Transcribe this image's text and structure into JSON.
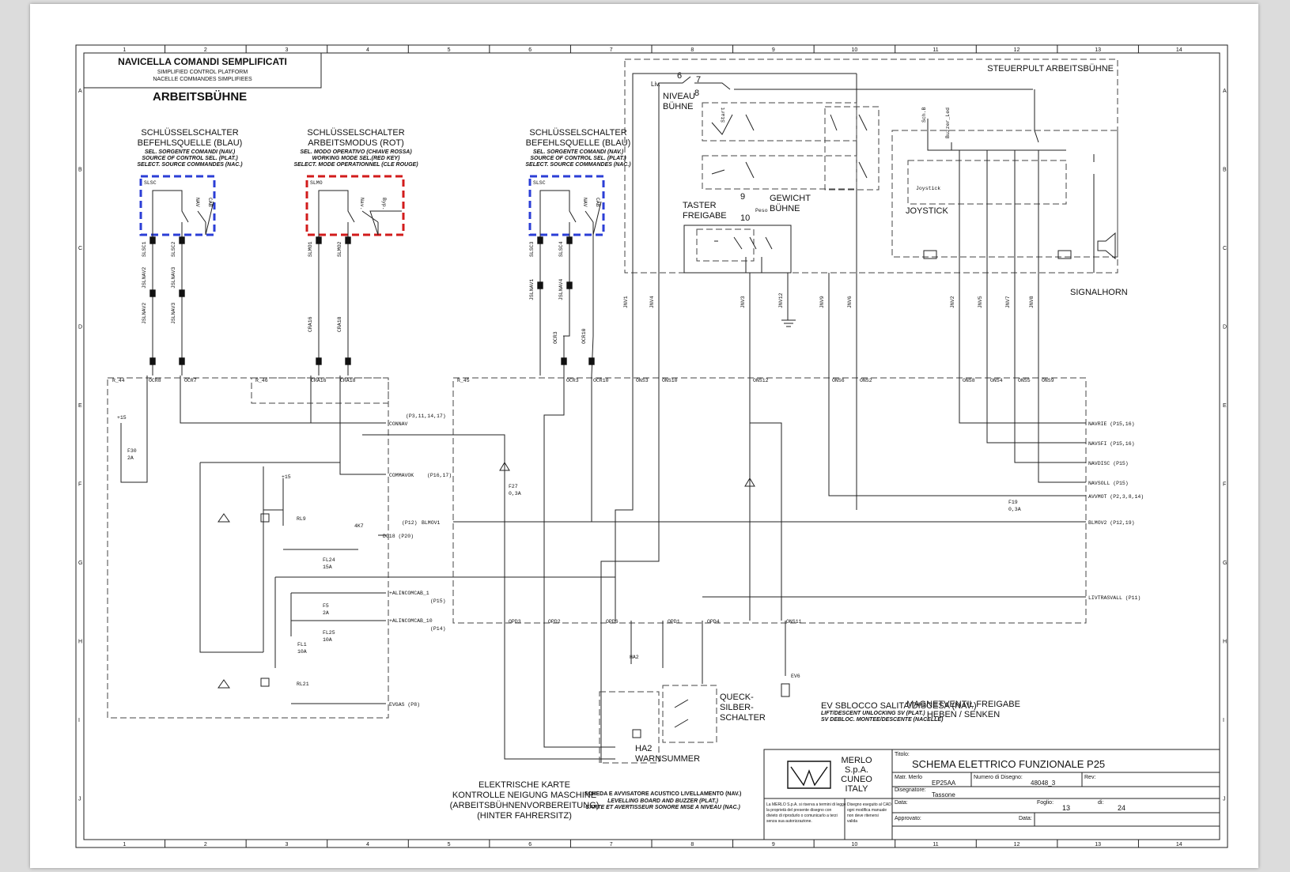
{
  "header": {
    "title": "NAVICELLA COMANDI SEMPLIFICATI",
    "subtitle_en": "SIMPLIFIED CONTROL PLATFORM",
    "subtitle_fr": "NACELLE COMMANDES SIMPLIFIEES",
    "section": "ARBEITSBÜHNE"
  },
  "grid": {
    "columns": [
      "1",
      "2",
      "3",
      "4",
      "5",
      "6",
      "7",
      "8",
      "9",
      "10",
      "11",
      "12",
      "13",
      "14"
    ],
    "rows": [
      "A",
      "B",
      "C",
      "D",
      "E",
      "F",
      "G",
      "H",
      "I",
      "J"
    ]
  },
  "switches": {
    "s1": {
      "l1": "SCHLÜSSELSCHALTER",
      "l2": "BEFEHLSQUELLE (BLAU)",
      "l3": "SEL. SORGENTE COMANDI (NAV.)",
      "l4": "SOURCE OF CONTROL SEL. (PLAT.)",
      "l5": "SELECT. SOURCE COMMANDES (NAC.)",
      "tag": "SLSC",
      "p1": "NAV",
      "p2": "CAB"
    },
    "s2": {
      "l1": "SCHLÜSSELSCHALTER",
      "l2": "ARBEITSMODUS (ROT)",
      "l3": "SEL. MODO OPERATIVO (CHIAVE ROSSA)",
      "l4": "WORKING MODE SEL.(RED KEY)",
      "l5": "SELECT. MODE OPERATIONNEL (CLE ROUGE)",
      "tag": "SLMO",
      "p1": "Nav.",
      "p2": "Byp."
    },
    "s3": {
      "l1": "SCHLÜSSELSCHALTER",
      "l2": "BEFEHLSQUELLE (BLAU)",
      "l3": "SEL. SORGENTE COMANDI (NAV.)",
      "l4": "SOURCE OF CONTROL SEL. (PLAT.)",
      "l5": "SELECT. SOURCE COMMANDES (NAC.)",
      "tag": "SLSC",
      "p1": "NAV",
      "p2": "CAB"
    }
  },
  "platform": {
    "title": "STEUERPULT ARBEITSBÜHNE",
    "niveau1": "NIVEAU",
    "niveau2": "BÜHNE",
    "liv": "Liv.",
    "taster1": "TASTER",
    "taster2": "FREIGABE",
    "gewicht1": "GEWICHT",
    "gewicht2": "BÜHNE",
    "peso": "Peso",
    "joystick": "JOYSTICK",
    "joystick_small": "Joystick",
    "signalhorn": "SIGNALHORN",
    "schb": "Sch.B",
    "buzzer": "Buzzer_Led",
    "start": "Start",
    "n6": "6",
    "n7": "7",
    "n8": "8",
    "n9": "9",
    "n10": "10"
  },
  "wires": {
    "w1": "SLSC1",
    "w2": "SLSC2",
    "w3": "JSLNAV2",
    "w4": "JSLNAV3",
    "w5": "JSLNAV2",
    "w6": "JSLNAV3",
    "w7": "SLMO1",
    "w8": "SLMO2",
    "w9": "CRA16",
    "w10": "CRA18",
    "w11": "SLSC3",
    "w12": "SLSC4",
    "w13": "JSLNAV1",
    "w14": "JSLNAV4",
    "w15": "OCR3",
    "w16": "OCR10"
  },
  "connectors": {
    "r44": "R_44",
    "r46": "R_46",
    "r45": "R_45",
    "ocr8": "OCR8",
    "ocr7": "OCR7",
    "cra16": "CRA16",
    "cra18": "CRA18",
    "ocr3": "OCR3",
    "ocr10": "OCR10",
    "ons3": "ONS3",
    "ons10": "ONS10",
    "ons12": "ONS12",
    "ons6": "ONS6",
    "ons2": "ONS2",
    "ons8": "ONS8",
    "ons4": "ONS4",
    "ons5": "ONS5",
    "ons9": "ONS9",
    "jnv1": "JNV1",
    "jnv4": "JNV4",
    "jnv3": "JNV3",
    "jnv12": "JNV12",
    "jnv9": "JNV9",
    "jnv6": "JNV6",
    "jnv2": "JNV2",
    "jnv5": "JNV5",
    "jnv7": "JNV7",
    "jnv8": "JNV8",
    "opd3": "OPD3",
    "opd2": "OPD2",
    "opd6": "OPD6",
    "opd1": "OPD1",
    "opd4": "OPD4",
    "ons11": "ONS11"
  },
  "signals": {
    "connav": "CONNAV",
    "connav_ref": "(P3,11,14,17)",
    "commavok": "COMMAVOK",
    "commavok_ref": "(P16,17)",
    "blmov1": "BLMOV1",
    "blmov1_ref": "(P12)",
    "dg18": "DG18 (P20)",
    "alin1": "+ALINCOMCAB_1",
    "alin1_ref": "(P15)",
    "alin10": "+ALINCOMCAB_10",
    "alin10_ref": "(P14)",
    "evgas": "EVGAS (P8)",
    "navrie": "NAVRIE (P15,16)",
    "navsfi": "NAVSFI (P15,16)",
    "navdisc": "NAVDISC (P15)",
    "navsoll": "NAVSOLL (P15)",
    "avvmot": "AVVMOT (P2,3,8,14)",
    "blmov2": "BLMOV2 (P12,19)",
    "livtrasvall": "LIVTRASVALL (P11)",
    "plus15a": "+15",
    "plus15b": "+15"
  },
  "components": {
    "f30": "F30",
    "f30v": "2A",
    "f27": "F27",
    "f27v": "0,3A",
    "f19": "F19",
    "f19v": "0,3A",
    "rl9": "RL9",
    "r4k7": "4K7",
    "fl24": "FL24",
    "fl24v": "15A",
    "f5": "F5",
    "f5v": "2A",
    "fl25": "FL25",
    "fl25v": "10A",
    "fl1": "FL1",
    "fl1v": "10A",
    "rl21": "RL21",
    "ha2": "HA2",
    "ha2l": "WARNSUMMER",
    "quick1": "QUECK-",
    "quick2": "SILBER-",
    "quick3": "SCHALTER",
    "ev6": "EV6"
  },
  "annotations": {
    "card1": "ELEKTRISCHE KARTE",
    "card2": "KONTROLLE NEIGUNG MASCHINE",
    "card3": "(ARBEITSBÜHNENVORBEREITUNG)",
    "card4": "(HINTER FAHRERSITZ)",
    "level1": "SCHEDA E AVVISATORE ACUSTICO LIVELLAMENTO (NAV.)",
    "level2": "LEVELLING BOARD AND BUZZER (PLAT.)",
    "level3": "CARTE ET AVERTISSEUR SONORE MISE A NIVEAU (NAC.)",
    "ev1": "EV SBLOCCO SALITA/DISCESA (NAV.)",
    "ev2": "LIFT/DESCENT UNLOCKING SV (PLAT.)",
    "ev3": "SV DEBLOC. MONTEE/DESCENTE (NACELLE)",
    "mag1": "MAGNETVENTIL FREIGABE",
    "mag2": "HEBEN / SENKEN"
  },
  "titleblock": {
    "company1": "MERLO",
    "company2": "S.p.A.",
    "company3": "CUNEO",
    "company4": "ITALY",
    "titolo_label": "Titolo:",
    "title": "SCHEMA ELETTRICO FUNZIONALE P25",
    "matr_label": "Matr. Merlo",
    "matr": "EP25AA",
    "num_label": "Numero di Disegno:",
    "num": "48048_3",
    "rev_label": "Rev:",
    "dis_label": "Disegnatore:",
    "dis": "Tassone",
    "data_label": "Data:",
    "foglio_label": "Foglio:",
    "foglio": "13",
    "di_label": "di:",
    "di": "24",
    "appr_label": "Approvato:",
    "data2_label": "Data:",
    "legal1": "La MERLO S.p.A. si riserva a termini di legge",
    "legal2": "la proprietà del presente disegno con",
    "legal3": "divieto di riprodurlo o comunicarlo a terzi",
    "legal4": "senza sua autorizzazione.",
    "cad1": "Disegno eseguito al CAD",
    "cad2": "ogni modifica manuale",
    "cad3": "non deve ritenersi",
    "cad4": "valida"
  }
}
